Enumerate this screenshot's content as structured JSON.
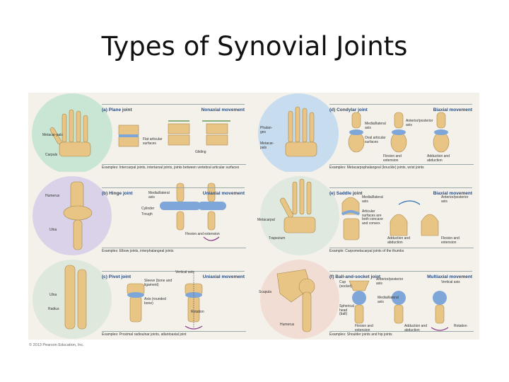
{
  "slide_title": "Types of Synovial Joints",
  "panels": [
    {
      "title": "(a) Plane joint",
      "movement": "Nonaxial movement",
      "labels": [
        "Metacar-pals",
        "Carpals",
        "Flat articular surfaces",
        "Gliding"
      ],
      "examples": "Examples: Intercarpal joints, intertarsal joints, joints between vertebral articular surfaces"
    },
    {
      "title": "(d) Condylar joint",
      "movement": "Biaxial movement",
      "labels": [
        "Phalan-ges",
        "Metacar-pals",
        "Medial/lateral axis",
        "Anterior/posterior axis",
        "Oval articular surfaces",
        "Flexion and extension",
        "Adduction and abduction"
      ],
      "examples": "Examples: Metacarpophalangeal (knuckle) joints, wrist joints"
    },
    {
      "title": "(b) Hinge joint",
      "movement": "Uniaxial movement",
      "labels": [
        "Humerus",
        "Ulna",
        "Medial/lateral axis",
        "Cylinder",
        "Trough",
        "Flexion and extension"
      ],
      "examples": "Examples: Elbow joints, interphalangeal joints"
    },
    {
      "title": "(e) Saddle joint",
      "movement": "Biaxial movement",
      "labels": [
        "Metacarpal",
        "Trapezium",
        "Medial/lateral axis",
        "Anterior/posterior axis",
        "Articular surfaces are both concave and convex",
        "Adduction and abduction",
        "Flexion and extension"
      ],
      "examples": "Example: Carpometacarpal joints of the thumbs"
    },
    {
      "title": "(c) Pivot joint",
      "movement": "Uniaxial movement",
      "labels": [
        "Ulna",
        "Radius",
        "Vertical axis",
        "Sleeve (bone and ligament)",
        "Axis (rounded bone)",
        "Rotation"
      ],
      "examples": "Examples: Proximal radioulnar joints, atlantoaxial joint"
    },
    {
      "title": "(f) Ball-and-socket joint",
      "movement": "Multiaxial movement",
      "labels": [
        "Scapula",
        "Humerus",
        "Cup (socket)",
        "Anterior/posterior axis",
        "Vertical axis",
        "Medial/lateral axis",
        "Spherical head (ball)",
        "Flexion and extension",
        "Adduction and abduction",
        "Rotation"
      ],
      "examples": "Examples: Shoulder joints and hip joints"
    }
  ],
  "copyright": "© 2013 Pearson Education, Inc.",
  "colors": {
    "plane": "#c9e6d4",
    "hinge": "#d9d2e8",
    "pivot": "#dfe8dc",
    "condylar": "#c7dcef",
    "saddle": "#dfe9e0",
    "ball": "#f2ddd4",
    "bone": "#e8c585",
    "cartilage": "#7fa6d8",
    "heading": "#2a4b7c"
  }
}
